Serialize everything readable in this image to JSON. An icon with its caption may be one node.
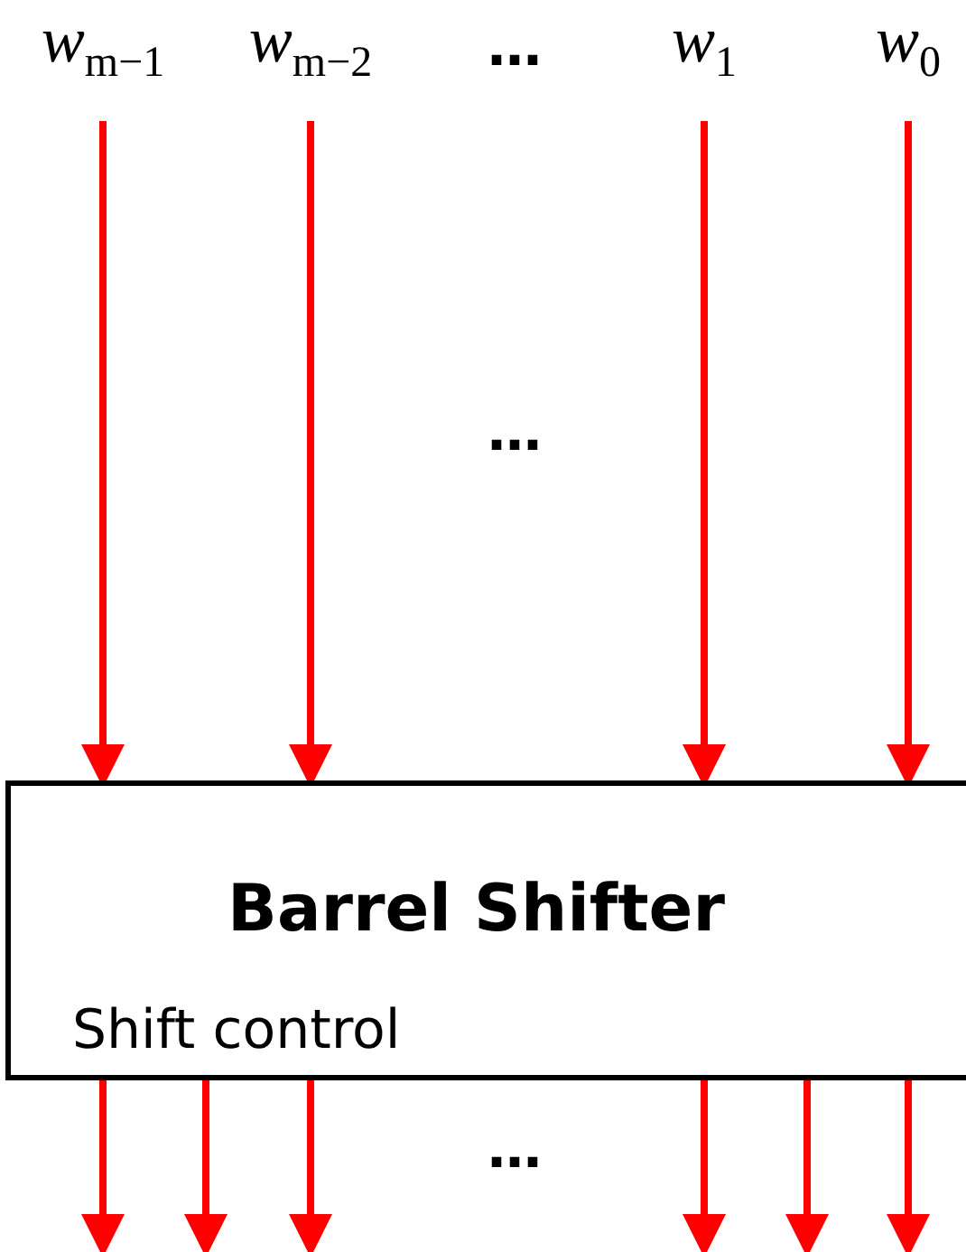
{
  "diagram": {
    "nodes": [
      {
        "text": [
          "w$_{m−1}$"
        ]
      },
      {
        "text": [
          "w$_{m−2}$"
        ]
      },
      {
        "text": [
          "w$_{1}$"
        ]
      },
      {
        "text": [
          "w$_{0}$"
        ]
      },
      {
        "text": [
          "Barrel Shifter",
          "Shift control"
        ]
      }
    ],
    "edges": [
      {
        "from": 0,
        "to": 4,
        "arrow": "to",
        "color": "#ff0000"
      },
      {
        "from": 1,
        "to": 4,
        "arrow": "to",
        "color": "#ff0000"
      },
      {
        "from": 2,
        "to": 4,
        "arrow": "to",
        "color": "#ff0000"
      },
      {
        "from": 3,
        "to": 4,
        "arrow": "to",
        "color": "#ff0000"
      },
      {
        "from": 4,
        "to": null,
        "arrow": "to",
        "color": "#ff0000"
      },
      {
        "from": 4,
        "to": null,
        "arrow": "to",
        "color": "#ff0000"
      },
      {
        "from": 4,
        "to": null,
        "arrow": "to",
        "color": "#ff0000"
      },
      {
        "from": 4,
        "to": null,
        "arrow": "to",
        "color": "#ff0000"
      },
      {
        "from": 4,
        "to": null,
        "arrow": "to",
        "color": "#ff0000"
      },
      {
        "from": 4,
        "to": null,
        "arrow": "to",
        "color": "#ff0000"
      }
    ],
    "labels": [
      "…",
      "…",
      "…"
    ]
  }
}
